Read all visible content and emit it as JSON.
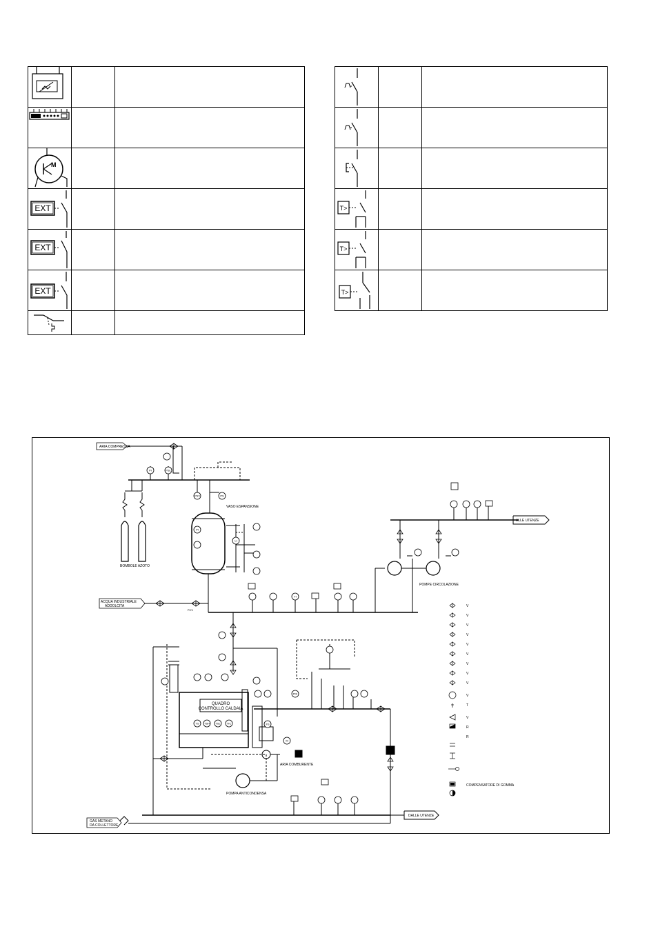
{
  "legend_left": [
    {
      "symbol": "thermostat-box-icon",
      "code": "",
      "description": ""
    },
    {
      "symbol": "terminal-strip-icon",
      "code": "",
      "description": ""
    },
    {
      "symbol": "motor-circle-icon",
      "code": "",
      "description": ""
    },
    {
      "symbol": "ext-switch-icon",
      "code": "",
      "description": ""
    },
    {
      "symbol": "ext-switch-icon",
      "code": "",
      "description": ""
    },
    {
      "symbol": "ext-switch-icon",
      "code": "",
      "description": ""
    },
    {
      "symbol": "thermal-contact-icon",
      "code": "",
      "description": ""
    }
  ],
  "legend_right": [
    {
      "symbol": "thermal-switch-icon",
      "code": "",
      "description": ""
    },
    {
      "symbol": "thermal-switch-icon",
      "code": "",
      "description": ""
    },
    {
      "symbol": "pushbutton-switch-icon",
      "code": "",
      "description": ""
    },
    {
      "symbol": "timer-contact-icon",
      "code": "",
      "description": ""
    },
    {
      "symbol": "timer-contact-icon",
      "code": "",
      "description": ""
    },
    {
      "symbol": "timer-contact-icon",
      "code": "",
      "description": ""
    }
  ],
  "ext_text": "EXT",
  "timer_text": "T>",
  "diagram": {
    "labels": {
      "aria_compressa": "ARIA COMPRESSA",
      "vaso_espansione": "VASO ESPANSIONE",
      "bombole_azoto": "BOMBOLE AZOTO",
      "acqua_industriale": "ACQUA INDUSTRIALE",
      "addolcita": "ADDOLCITA",
      "alle_utenze": "ALLE UTENZE",
      "pompe_circolazione": "POMPE CIRCOLAZIONE",
      "quadro_controllo_1": "QUADRO",
      "quadro_controllo_2": "CONTROLLO CALDAIA",
      "aria_comburente": "ARIA COMBURENTE",
      "pompa_anticondensa": "POMPA ANTICONDENSA",
      "gas_metano_1": "GAS METANO",
      "gas_metano_2": "DA COLLETTORE",
      "dalle_utenze": "DALLE UTENZE",
      "compensatore": "COMPENSATORE DI GOMMA"
    },
    "legend_codes": [
      "V",
      "V",
      "V",
      "V",
      "V",
      "V",
      "V",
      "V",
      "V",
      "V",
      "T",
      "V",
      "R",
      "R"
    ],
    "instr": {
      "pi": "PI",
      "psl": "PSL",
      "psv": "PSV",
      "ps": "PS",
      "pi2": "PI",
      "li": "LI",
      "ti": "TI",
      "ts": "TS",
      "tsh": "TSH",
      "tsl": "TSL",
      "tic": "TIC",
      "fs": "FS",
      "pdi": "PDI",
      "m": "M",
      "pcv": "PCV"
    }
  }
}
